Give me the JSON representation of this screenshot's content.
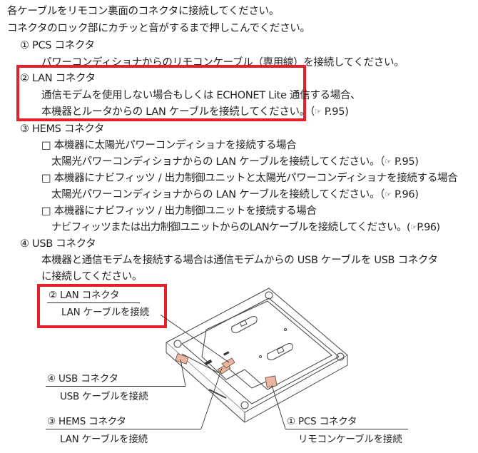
{
  "intro": {
    "line1": "各ケーブルをリモコン裏面のコネクタに接続してください。",
    "line2": "コネクタのロック部にカチッと音がするまで押しこんでください。"
  },
  "connectors": [
    {
      "title": "① PCS コネクタ",
      "desc": "パワーコンディショナからのリモコンケーブル（専用線）を接続してください。"
    },
    {
      "title": "② LAN コネクタ",
      "desc1": "通信モデムを使用しない場合もしくは ECHONET Lite 通信する場合、",
      "desc2": "本機器とルータからの LAN ケーブルを接続してください。（",
      "ref_icon": "☞",
      "ref_page": " P.95)"
    },
    {
      "title": "③ HEMS コネクタ",
      "cases": [
        {
          "bullet": "□",
          "condition": "本機器に太陽光パワーコンディショナを接続する場合",
          "action": "太陽光パワーコンディショナからの LAN ケーブルを接続してください。（",
          "ref_icon": "☞",
          "ref_page": " P.95)"
        },
        {
          "bullet": "□",
          "condition": "本機器にナビフィッツ / 出力制御ユニットと太陽光パワーコンディショナを接続する場合",
          "action": "太陽光パワーコンディショナからの LAN ケーブルを接続してください。（",
          "ref_icon": "☞",
          "ref_page": " P.96)"
        },
        {
          "bullet": "□",
          "condition": "本機器にナビフィッツ / 出力制御ユニットを接続する場合",
          "action": "ナビフィッツまたは出力制御ユニットからのLANケーブルを接続してください。(",
          "ref_icon": "☞",
          "ref_page": "P.96)"
        }
      ]
    },
    {
      "title": "④ USB コネクタ",
      "desc1": "本機器と通信モデムを接続する場合は通信モデムからの USB ケーブルを USB コネクタ",
      "desc2": "に接続してください。"
    }
  ],
  "figure": {
    "labels": {
      "lan": {
        "title": "② LAN コネクタ",
        "sub": "LAN ケーブルを接続"
      },
      "usb": {
        "title": "④ USB コネクタ",
        "sub": "USB ケーブルを接続"
      },
      "hems": {
        "title": "③ HEMS コネクタ",
        "sub": "LAN ケーブルを接続"
      },
      "pcs": {
        "title": "① PCS コネクタ",
        "sub": "リモコンケーブルを接続"
      }
    }
  },
  "colors": {
    "highlight": "#e5202b",
    "connector_fill": "#e8b5a0",
    "text": "#222222"
  }
}
